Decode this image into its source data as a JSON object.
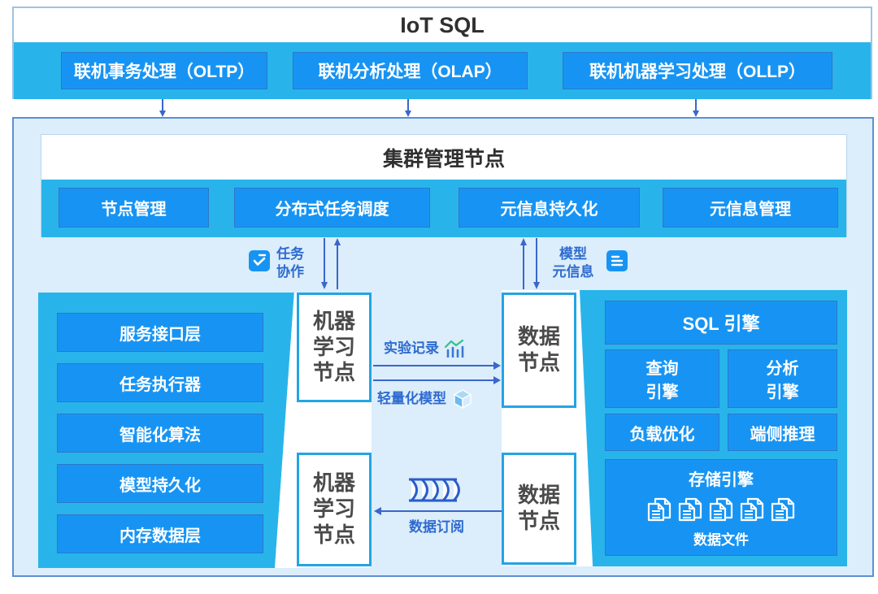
{
  "title": "IoT SQL",
  "top_services": [
    "联机事务处理（OLTP）",
    "联机分析处理（OLAP）",
    "联机机器学习处理（OLLP）"
  ],
  "cluster": {
    "title": "集群管理节点",
    "modules": [
      "节点管理",
      "分布式任务调度",
      "元信息持久化",
      "元信息管理"
    ]
  },
  "flows": {
    "task_coordination": "任务\n协作",
    "model_metadata": "模型\n元信息",
    "experiment_record": "实验记录",
    "lightweight_model": "轻量化模型",
    "data_subscription": "数据订阅"
  },
  "ml_panel": {
    "modules": [
      "服务接口层",
      "任务执行器",
      "智能化算法",
      "模型持久化",
      "内存数据层"
    ]
  },
  "nodes": {
    "ml": "机器\n学习\n节点",
    "data": "数据\n节点"
  },
  "engine_panel": {
    "sql": "SQL 引擎",
    "query": "查询\n引擎",
    "analysis": "分析\n引擎",
    "load": "负载优化",
    "edge": "端侧推理",
    "storage": {
      "title": "存储引擎",
      "caption": "数据文件"
    }
  },
  "colors": {
    "cyan": "#28b4ea",
    "module_blue": "#1794f3",
    "container_bg": "#dcedfb",
    "arrow": "#3a66cc",
    "label_blue": "#2e6bd0",
    "node_border": "#24a4e4"
  }
}
